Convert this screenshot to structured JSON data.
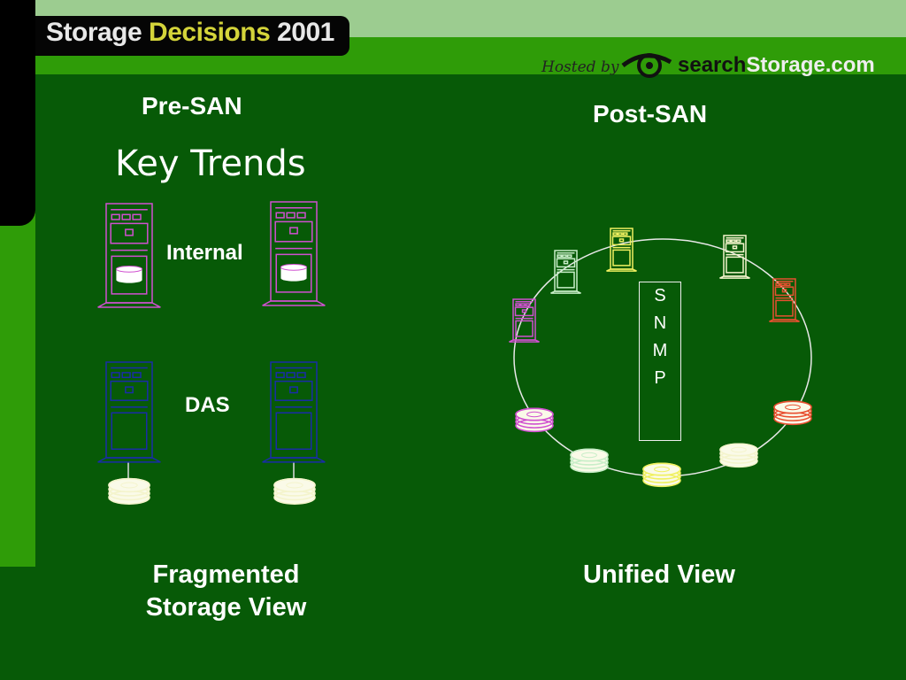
{
  "header": {
    "logo_part1": "Storage ",
    "logo_part2": "Decisions",
    "logo_part3": " 2001",
    "hosted_by": "Hosted by",
    "site_prefix": "search",
    "site_suffix": "Storage.com"
  },
  "slide": {
    "title": "Key Trends",
    "left_heading": "Pre-SAN",
    "right_heading": "Post-SAN",
    "label_internal": "Internal",
    "label_das": "DAS",
    "caption_left_line1": "Fragmented",
    "caption_left_line2": "Storage View",
    "caption_right": "Unified View",
    "snmp_letters": [
      "S",
      "N",
      "M",
      "P"
    ]
  },
  "colors": {
    "internal_server": "#d050d0",
    "das_server": "#1a2ca8",
    "ring_servers": [
      "#d050d0",
      "#c8eec8",
      "#f0f060",
      "#f4f4cc",
      "#e85030"
    ],
    "ring_disks": [
      "#d050d0",
      "#c8eec8",
      "#f0f060",
      "#f4f4cc",
      "#e85030"
    ]
  }
}
